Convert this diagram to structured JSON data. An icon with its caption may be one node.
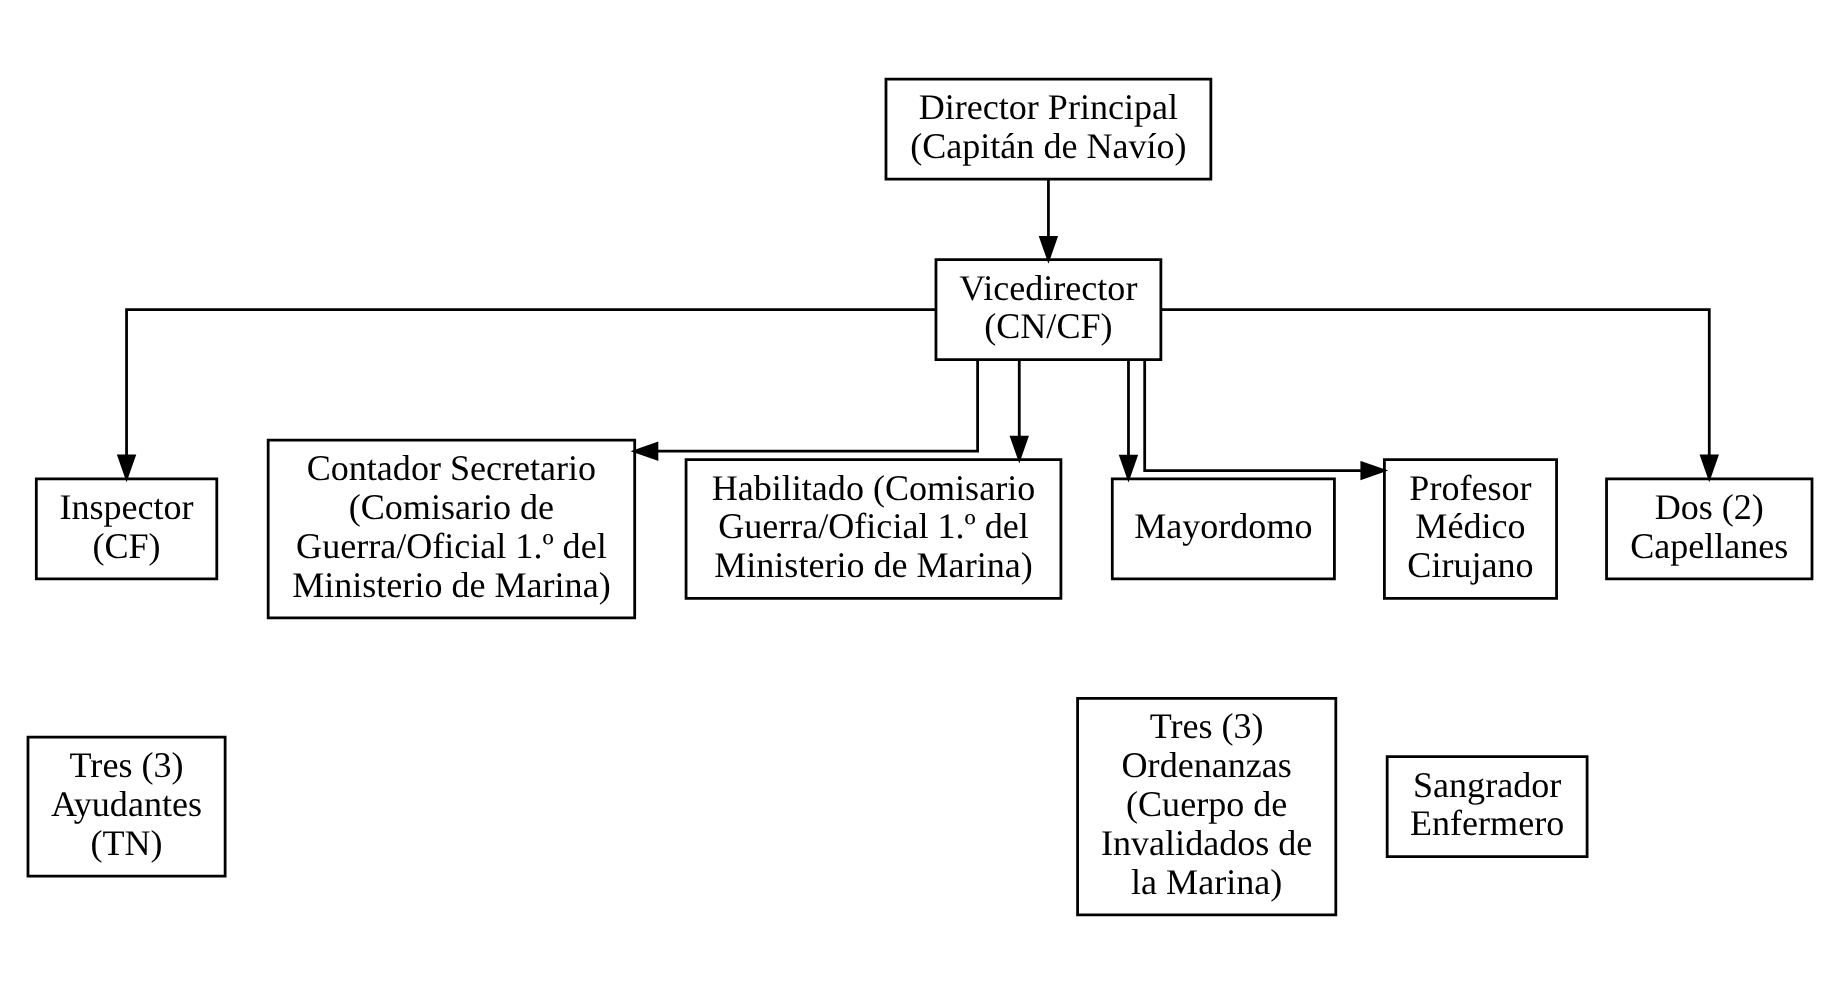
{
  "diagram": {
    "nodes": [
      {
        "text": [
          "Director Principal (Capitán de Navío)"
        ]
      },
      {
        "text": [
          "Vicedirector (CN/CF)"
        ]
      },
      {
        "text": [
          "Inspector (CF)"
        ]
      },
      {
        "text": [
          "Contador Secretario (Comisario de Guerra/Oficial 1.º del Ministerio de Marina)"
        ]
      },
      {
        "text": [
          "Habilitado (Comisario Guerra/Oficial 1.º del Ministerio de Marina)"
        ]
      },
      {
        "text": [
          "Mayordomo"
        ]
      },
      {
        "text": [
          "Profesor Médico Cirujano"
        ]
      },
      {
        "text": [
          "Dos (2) Capellanes"
        ]
      },
      {
        "text": [
          "Tres (3) Ayudantes (TN)"
        ]
      },
      {
        "text": [
          "Tres (3) Ordenanzas (Cuerpo de Invalidados de la Marina)"
        ]
      },
      {
        "text": [
          "Sangrador Enfermero"
        ]
      }
    ],
    "edges": [
      {
        "from": 0,
        "to": 1,
        "arrow": "to"
      },
      {
        "from": 1,
        "to": 2,
        "arrow": "to"
      },
      {
        "from": 1,
        "to": 3,
        "arrow": "to"
      },
      {
        "from": 1,
        "to": 4,
        "arrow": "to"
      },
      {
        "from": 1,
        "to": 5,
        "arrow": "to"
      },
      {
        "from": 1,
        "to": 6,
        "arrow": "to"
      },
      {
        "from": 1,
        "to": 7,
        "arrow": "to"
      }
    ]
  }
}
